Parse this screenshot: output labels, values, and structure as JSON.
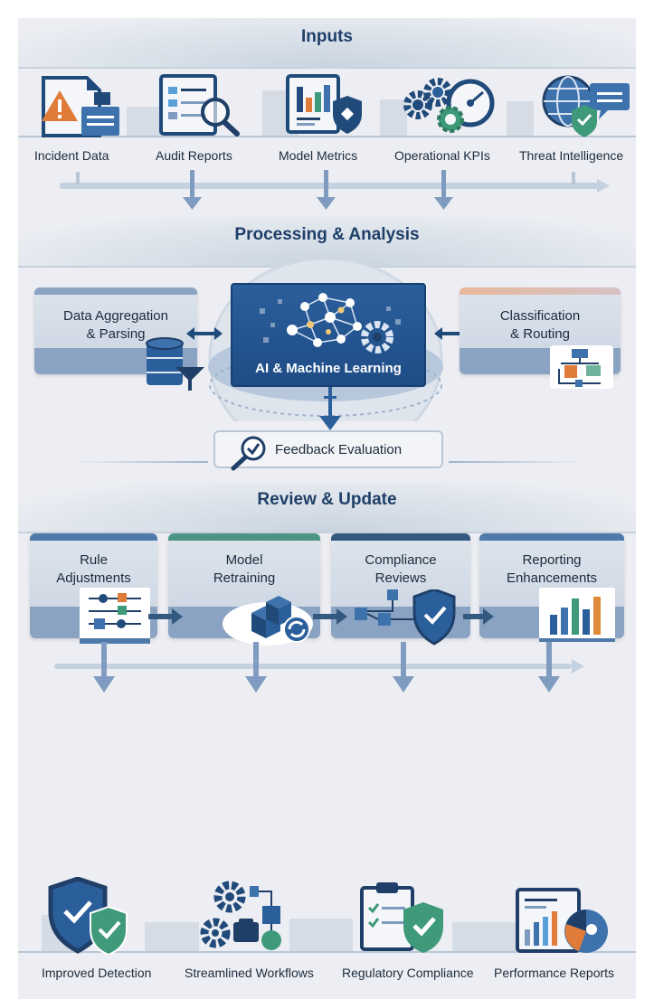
{
  "colors": {
    "navy": "#1f3f68",
    "blue": "#2b5f9c",
    "orange": "#e07b39",
    "green": "#3f9a7a",
    "arrow": "#7f9bbf",
    "panel": "#edeef3"
  },
  "sections": {
    "inputs": {
      "title": "Inputs",
      "items": [
        {
          "label": "Incident Data",
          "icon": "incident-report-icon"
        },
        {
          "label": "Audit Reports",
          "icon": "audit-search-icon"
        },
        {
          "label": "Model Metrics",
          "icon": "metrics-shield-icon"
        },
        {
          "label": "Operational KPIs",
          "icon": "gears-gauge-icon"
        },
        {
          "label": "Threat Intelligence",
          "icon": "globe-shield-icon"
        }
      ]
    },
    "processing": {
      "title": "Processing & Analysis",
      "left_card": {
        "line1": "Data Aggregation",
        "line2": "& Parsing",
        "icon": "database-filter-icon"
      },
      "center": {
        "label": "AI & Machine Learning",
        "icon": "neural-network-gear-icon"
      },
      "right_card": {
        "line1": "Classification",
        "line2": "& Routing",
        "icon": "flowchart-icon"
      },
      "feedback": {
        "label": "Feedback Evaluation",
        "icon": "magnifier-check-icon"
      }
    },
    "review": {
      "title": "Review & Update",
      "cards": [
        {
          "line1": "Rule",
          "line2": "Adjustments",
          "icon": "sliders-icon",
          "accent": "#4f79a8"
        },
        {
          "line1": "Model",
          "line2": "Retraining",
          "icon": "cubes-refresh-icon",
          "accent": "#4c9484"
        },
        {
          "line1": "Compliance",
          "line2": "Reviews",
          "icon": "flow-shield-icon",
          "accent": "#34597f"
        },
        {
          "line1": "Reporting",
          "line2": "Enhancements",
          "icon": "bar-chart-icon",
          "accent": "#4f79a8"
        }
      ]
    },
    "outcomes": {
      "items": [
        {
          "label": "Improved Detection",
          "icon": "shields-check-icon"
        },
        {
          "label": "Streamlined Workflows",
          "icon": "gears-workflow-icon"
        },
        {
          "label": "Regulatory Compliance",
          "icon": "clipboard-shield-icon"
        },
        {
          "label": "Performance Reports",
          "icon": "report-pie-chart-icon"
        }
      ]
    }
  }
}
